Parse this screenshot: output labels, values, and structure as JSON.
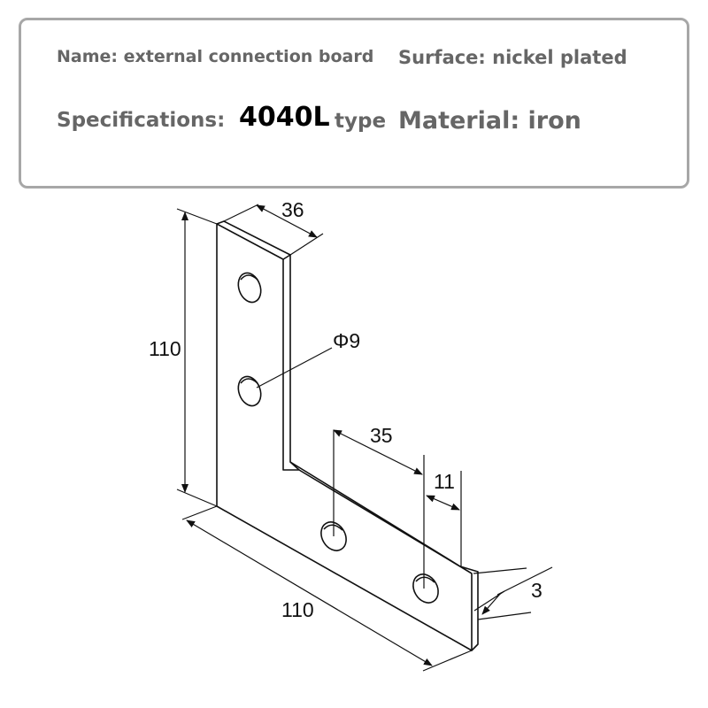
{
  "specs": {
    "name": "Name: external connection board",
    "surface": "Surface: nickel plated",
    "specifications_label": "Specifications:",
    "specifications_value": "4040L",
    "specifications_suffix": "type",
    "material": "Material: iron"
  },
  "drawing": {
    "dimensions": {
      "width_top": "36",
      "height_left": "110",
      "hole_diameter": "Φ9",
      "hole_spacing": "35",
      "edge_offset": "11",
      "thickness": "3",
      "width_bottom": "110"
    }
  }
}
